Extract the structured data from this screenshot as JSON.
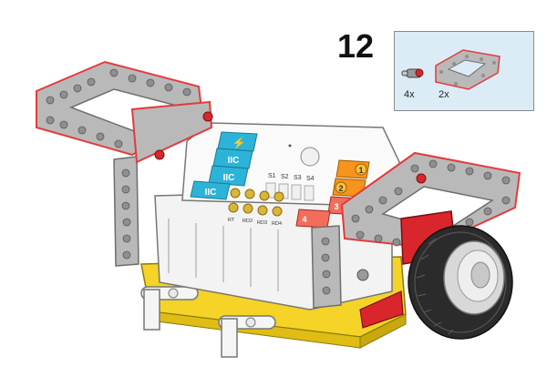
{
  "step": {
    "number": "12"
  },
  "parts_callout": {
    "parts": [
      {
        "name": "connector-pin",
        "quantity": "4x"
      },
      {
        "name": "beam-frame",
        "quantity": "2x"
      }
    ],
    "background": "#dcecf7"
  },
  "controller": {
    "left_port_labels": [
      "⚡",
      "IIC",
      "IIC",
      "IIC"
    ],
    "top_port_labels": [
      "S1",
      "S2",
      "S3",
      "S4"
    ],
    "right_port_numbers": [
      "1",
      "2",
      "3",
      "4"
    ],
    "right_port_colors": [
      "#f7941d",
      "#f7941d",
      "#f26d5b",
      "#f26d5b"
    ],
    "lower_labels": [
      "RT",
      "RD2",
      "RD3",
      "RD4"
    ]
  },
  "colors": {
    "beam_gray": "#b9b9b9",
    "beam_outline": "#6e6e6e",
    "beam_edge_red": "#e43b3b",
    "base_yellow": "#f5d327",
    "controller_white": "#f7f7f7",
    "port_cyan": "#2bb4d8",
    "tire_dark": "#2b2b2b",
    "hub_gray": "#d8d8d8",
    "accent_red": "#d9262c"
  }
}
